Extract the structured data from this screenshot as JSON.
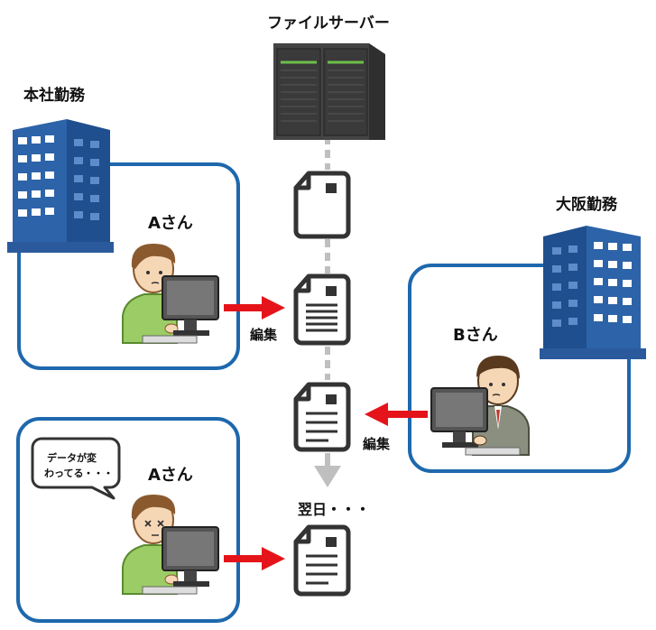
{
  "labels": {
    "file_server": "ファイルサーバー",
    "head_office": "本社勤務",
    "osaka_office": "大阪勤務",
    "person_a_top": "Aさん",
    "person_b": "Bさん",
    "person_a_bottom": "Aさん",
    "edit_left": "編集",
    "edit_right": "編集",
    "next_day": "翌日・・・"
  },
  "speech_bubble": {
    "line1": "データが変",
    "line2": "わってる・・・"
  },
  "icons": [
    "server-icon",
    "building-icon",
    "document-icon",
    "person-at-computer-icon",
    "arrow-icon"
  ],
  "colors": {
    "frame_blue": "#1e68ad",
    "arrow_red": "#e5141a",
    "connector_gray": "#bfbfbf",
    "building_blue": "#2d63a8",
    "server_dark": "#3b3b3b",
    "shirt_green": "#9ccc65",
    "suit_gray": "#8a8f80"
  }
}
